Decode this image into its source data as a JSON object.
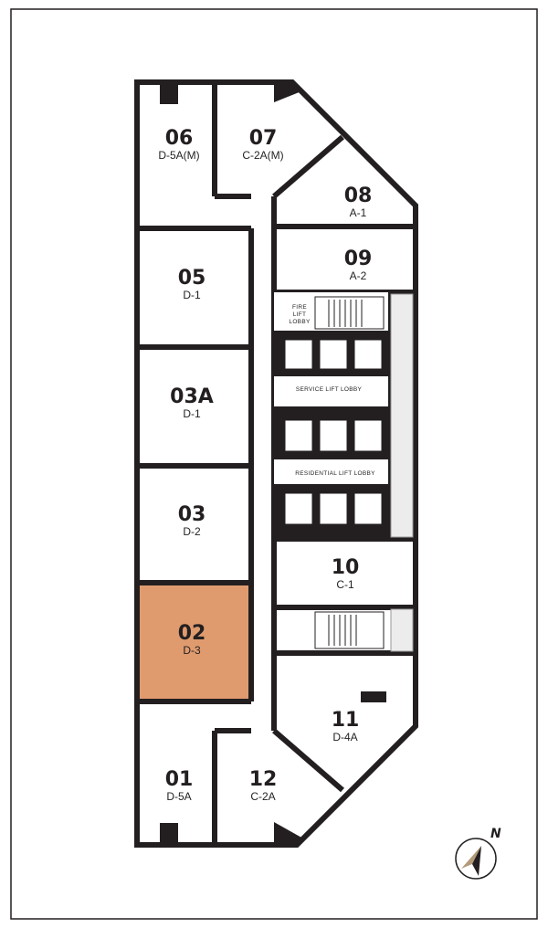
{
  "units": [
    {
      "id": "06",
      "type": "D-5A(M)",
      "highlighted": false
    },
    {
      "id": "07",
      "type": "C-2A(M)",
      "highlighted": false
    },
    {
      "id": "08",
      "type": "A-1",
      "highlighted": false
    },
    {
      "id": "09",
      "type": "A-2",
      "highlighted": false
    },
    {
      "id": "05",
      "type": "D-1",
      "highlighted": false
    },
    {
      "id": "03A",
      "type": "D-1",
      "highlighted": false
    },
    {
      "id": "03",
      "type": "D-2",
      "highlighted": false
    },
    {
      "id": "02",
      "type": "D-3",
      "highlighted": true
    },
    {
      "id": "01",
      "type": "D-5A",
      "highlighted": false
    },
    {
      "id": "12",
      "type": "C-2A",
      "highlighted": false
    },
    {
      "id": "10",
      "type": "C-1",
      "highlighted": false
    },
    {
      "id": "11",
      "type": "D-4A",
      "highlighted": false
    }
  ],
  "lobbies": {
    "fire_lift_lobby": [
      "FIRE",
      "LIFT",
      "LOBBY"
    ],
    "service_lift_lobby": "SERVICE LIFT LOBBY",
    "residential_lift_lobby": "RESIDENTIAL LIFT LOBBY"
  },
  "compass": {
    "label": "N",
    "icon": "north-arrow-icon"
  },
  "colors": {
    "highlight": "#DF9B6E",
    "wall": "#231F20",
    "compass_accent": "#B39A78"
  }
}
